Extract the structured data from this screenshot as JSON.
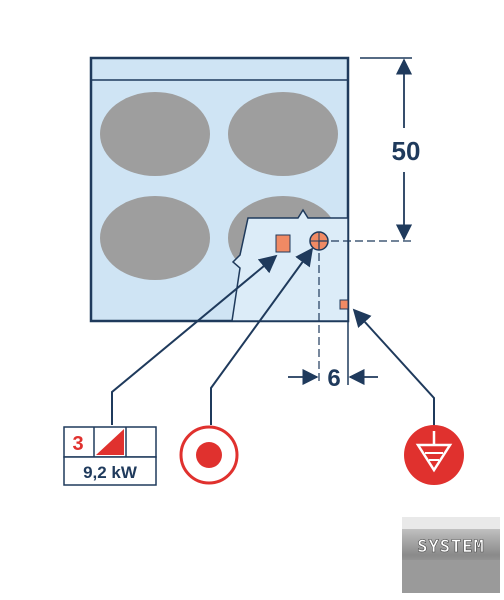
{
  "dimensions": {
    "height_label": "50",
    "offset_label": "6"
  },
  "electrical": {
    "phase_count": "3",
    "power": "9,2 kW"
  },
  "symbols": {
    "connection_point": "power-connection-symbol",
    "equipotential": "equipotential-ground-symbol"
  },
  "colors": {
    "cooktop_fill": "#cfe4f4",
    "outline": "#1f3a5c",
    "hob": "#9e9e9e",
    "accent_red": "#e0312e",
    "marker_orange": "#f08a64"
  },
  "logo": {
    "text": "SYSTEM"
  }
}
